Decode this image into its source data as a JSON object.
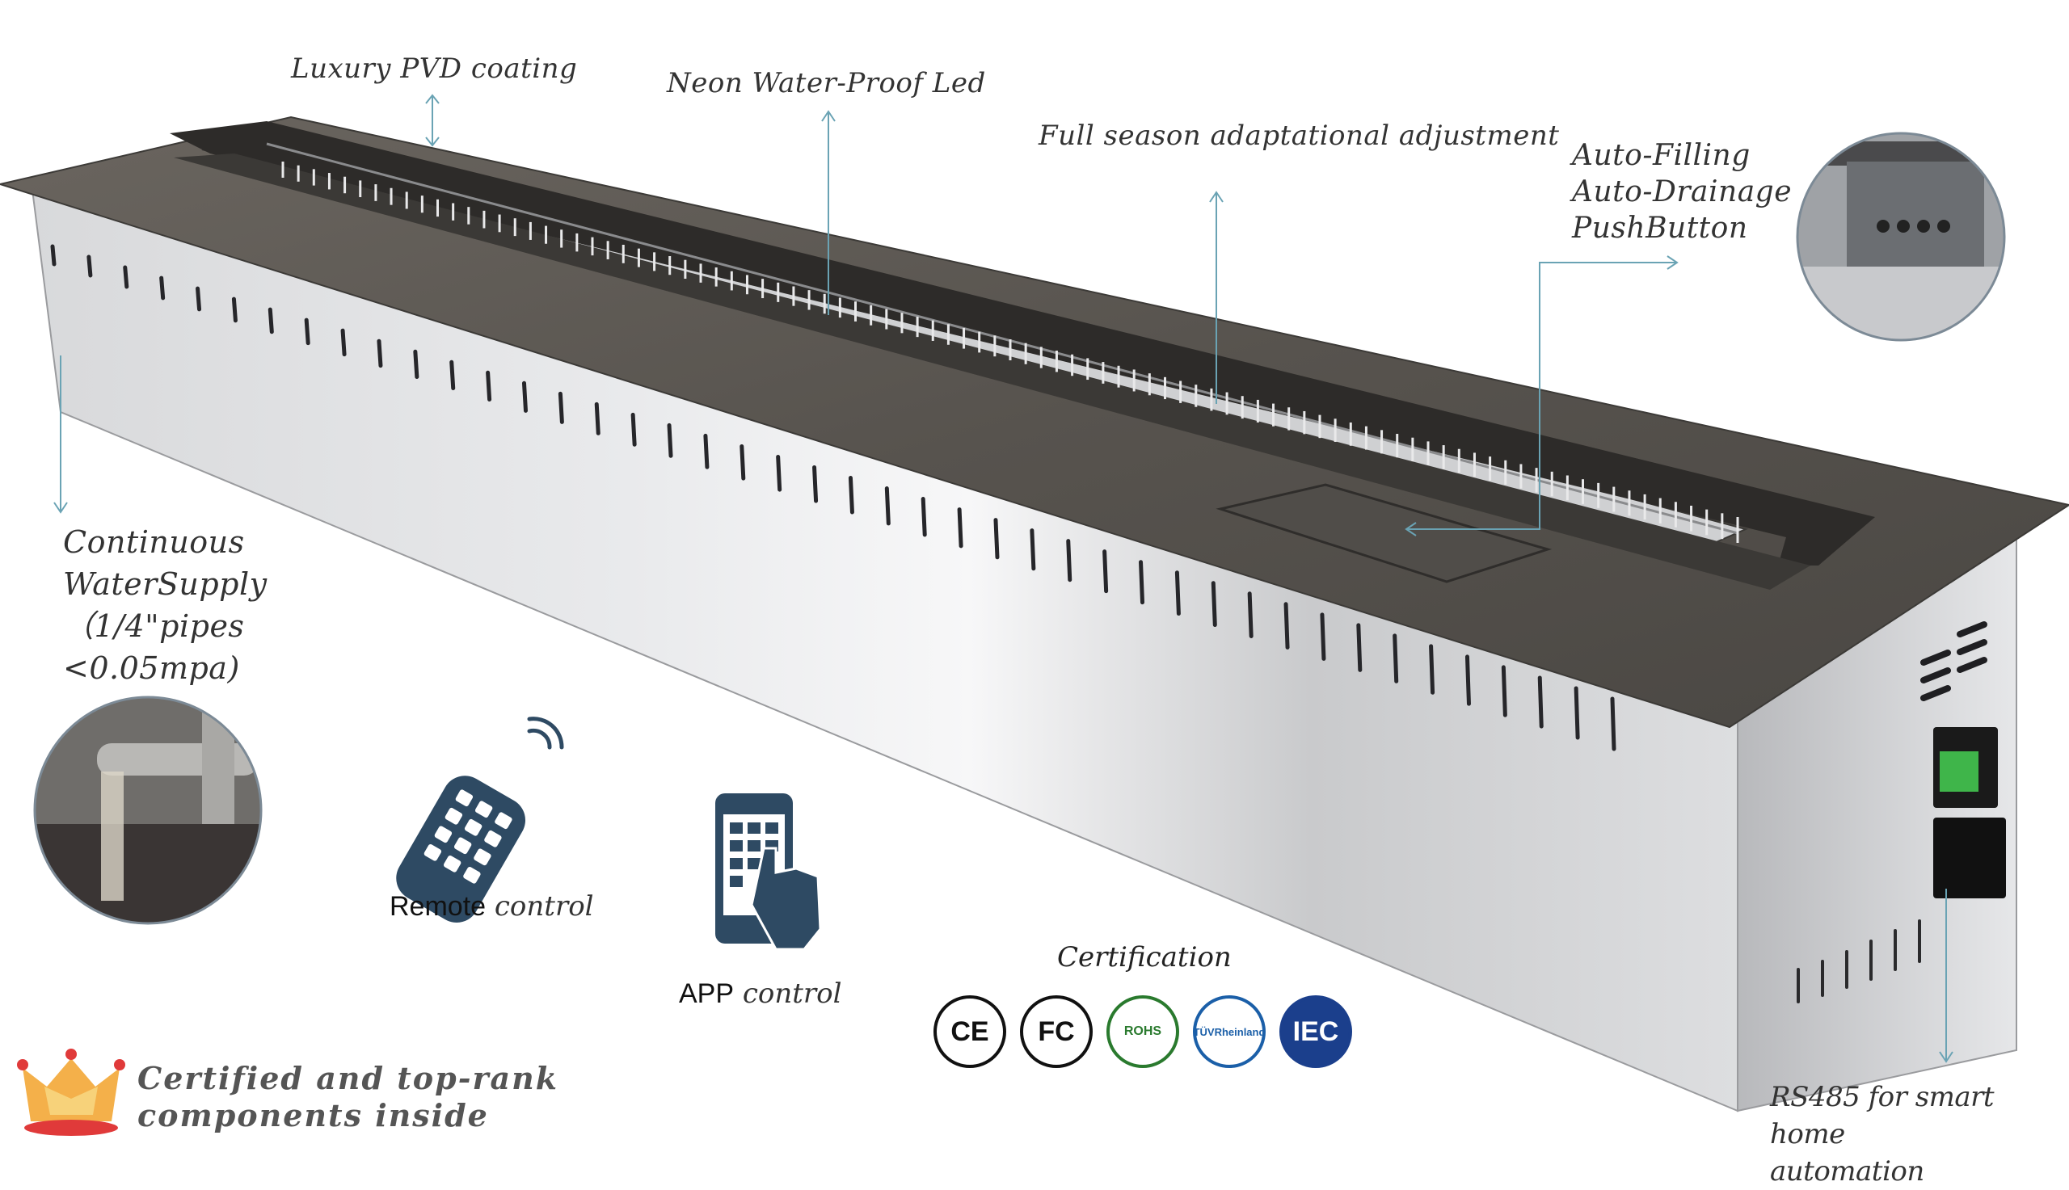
{
  "features": {
    "pvd_coating": "Luxury PVD coating",
    "neon_led": "Neon Water-Proof Led",
    "full_season": "Full season adaptational adjustment",
    "auto_filling": "Auto-Filling\nAuto-Drainage\nPushButton",
    "water_supply": "Continuous\nWaterSupply\n（1/4\"pipes\n<0.05mpa)",
    "rs485": "RS485 for smart home\nautomation"
  },
  "controls": {
    "remote_a": "Remote",
    "remote_b": " control",
    "app_a": "APP",
    "app_b": " control"
  },
  "certification": {
    "title": "Certification",
    "logos": [
      {
        "name": "ce-logo",
        "text": "CE"
      },
      {
        "name": "fcc-logo",
        "text": "FC"
      },
      {
        "name": "rohs-logo",
        "text": "ROHS"
      },
      {
        "name": "tuv-logo",
        "text": "TÜVRheinland"
      },
      {
        "name": "iec-logo",
        "text": "IEC"
      }
    ]
  },
  "tagline": "Certified and top-rank\ncomponents inside",
  "colors": {
    "accent_line": "#6aa3b4",
    "icon_blue": "#2e4a63",
    "steel_light": "#e8e9eb",
    "steel_dark": "#5a5651",
    "crown": "#f2a93b"
  }
}
